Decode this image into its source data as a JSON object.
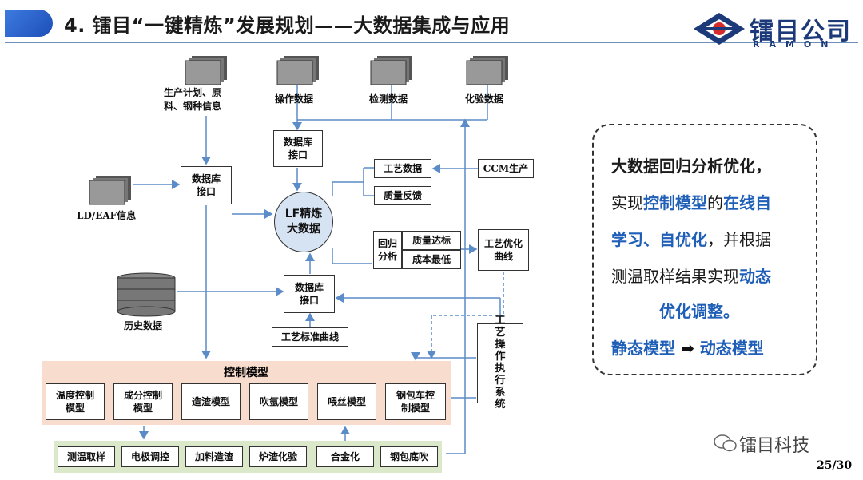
{
  "header": {
    "title": "4. 镭目“一键精炼”发展规划——大数据集成与应用",
    "logo_text": "镭目公司",
    "logo_sub": "RAMON"
  },
  "diagram": {
    "sources": {
      "plan": "生产计划、原\n料、钢种信息",
      "operation": "操作数据",
      "inspection": "检测数据",
      "lab": "化验数据",
      "ld_eaf": "LD/EAF信息",
      "history": "历史数据"
    },
    "db_interface_top": "数据库\n接口",
    "db_interface_left": "数据库\n接口",
    "db_interface_bottom": "数据库\n接口",
    "lf_core": "LF精炼\n大数据",
    "process_data": "工艺数据",
    "quality_feedback": "质量反馈",
    "ccm": "CCM生产",
    "regression": "回归\n分析",
    "quality_target": "质量达标",
    "min_cost": "成本最低",
    "process_opt_curve": "工艺优化\n曲线",
    "std_curve": "工艺标准曲线",
    "exec_system": "工\n艺\n操\n作\n执\n行\n系\n统",
    "control_models_title": "控制模型",
    "control_models": [
      "温度控制\n模型",
      "成分控制\n模型",
      "造渣模型",
      "吹氩模型",
      "喂丝模型",
      "钢包车控\n制模型"
    ],
    "execution_items": [
      "测温取样",
      "电极调控",
      "加料造渣",
      "炉渣化验",
      "合金化",
      "钢包底吹"
    ]
  },
  "callout": {
    "line1": "大数据回归分析优化，",
    "line2_a": "实现",
    "line2_b": "控制模型",
    "line2_c": "的",
    "line2_d": "在线自",
    "line3_a": "学习、自优化",
    "line3_b": "，并根据",
    "line4_a": "测温取样结果实现",
    "line4_b": "动态",
    "line5": "优化调整。",
    "line6_a": "静态模型",
    "line6_arrow": "➡",
    "line6_b": "动态模型"
  },
  "footer": {
    "watermark": "镭目科技",
    "page": "25/30"
  },
  "colors": {
    "accent_blue": "#1f5fb8",
    "control_panel": "#f8dccd",
    "execution_panel": "#dbe8c9",
    "arrow_blue": "#5b8cc8"
  }
}
